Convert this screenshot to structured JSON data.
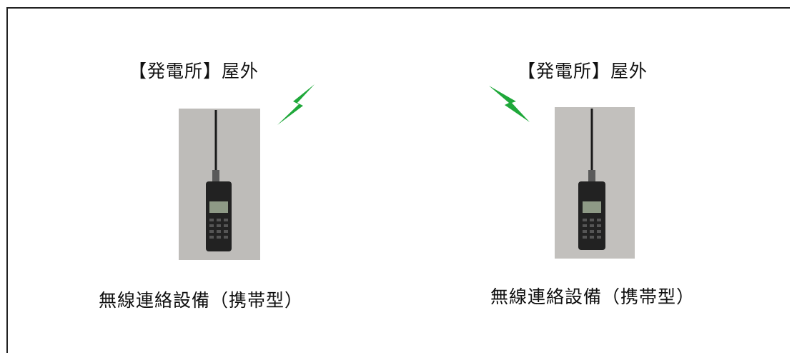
{
  "left_station": {
    "location_label": "【発電所】屋外",
    "device_caption": "無線連絡設備（携帯型）"
  },
  "right_station": {
    "location_label": "【発電所】屋外",
    "device_caption": "無線連絡設備（携帯型）"
  },
  "colors": {
    "signal": "#1fa83a",
    "photo_background": "#bdbbb8",
    "radio_body": "#222222"
  },
  "icons": {
    "signal": "lightning-bolt-icon",
    "device": "handheld-radio-photo"
  }
}
